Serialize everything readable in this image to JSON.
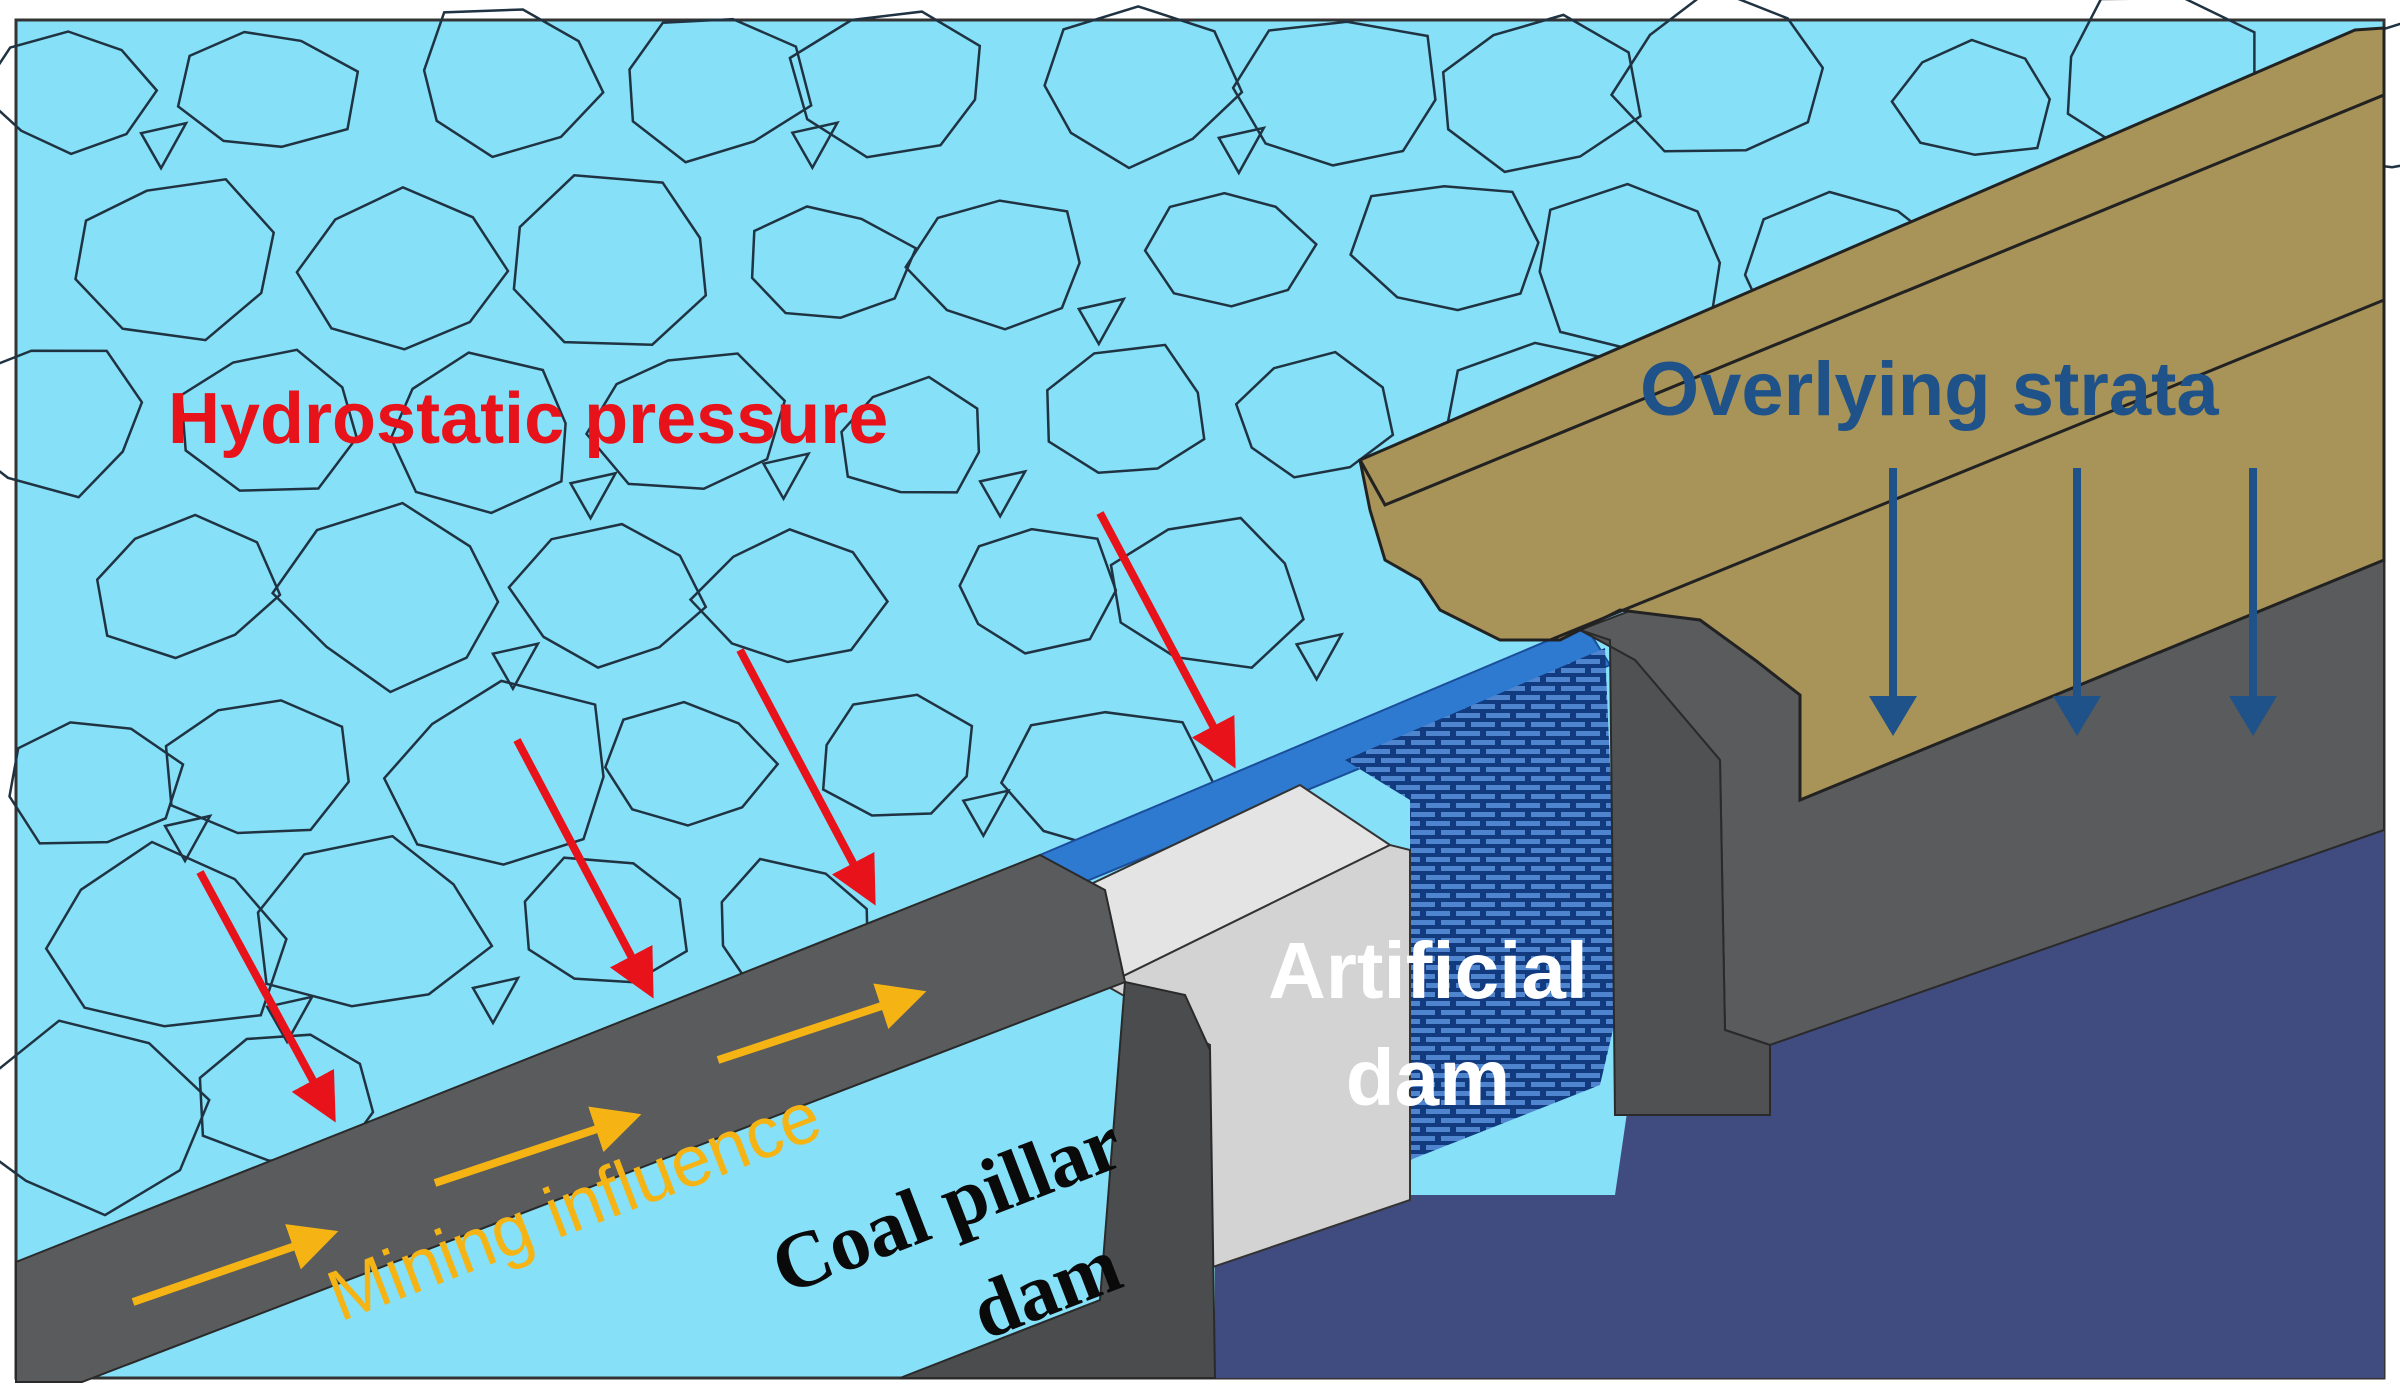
{
  "labels": {
    "hydrostatic": "Hydrostatic pressure",
    "overlying": "Overlying strata",
    "artificial_line1": "Artificial",
    "artificial_line2": "dam",
    "mining": "Mining influence",
    "coal_line1": "Coal pillar",
    "coal_line2": "dam"
  },
  "colors": {
    "water": "#86E0F8",
    "rock_outline": "#1F3342",
    "strata": "#A89459",
    "coal": "#595A5C",
    "floor": "#404C80",
    "artificial_dam": "#D8D8D8",
    "hydrostatic_arrow": "#E8121B",
    "overlying_arrow": "#1F5289",
    "mining_arrow": "#F5B414",
    "blue_layer": "#2E7AD0",
    "brick": "#1E4C9B"
  }
}
